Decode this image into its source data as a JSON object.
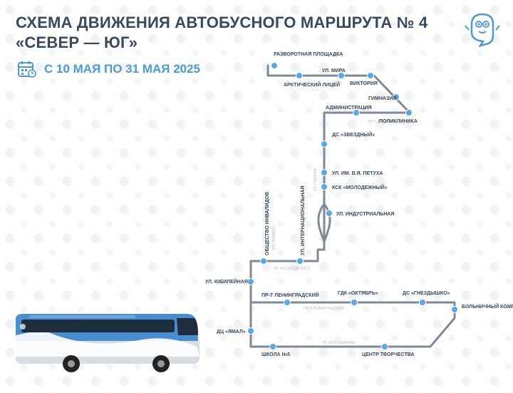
{
  "header": {
    "title": "СХЕМА ДВИЖЕНИЯ АВТОБУСНОГО МАРШРУТА № 4\n«СЕВЕР — ЮГ»",
    "date": "С 10 МАЯ ПО 31 МАЯ 2025",
    "calendar_icon": "calendar-icon",
    "logo_icon": "mascot-logo-icon"
  },
  "colors": {
    "route": "#808a95",
    "stop": "#5aa9e6",
    "accent": "#4a9ad8",
    "text": "#3a4a5a"
  },
  "stops": [
    "РАЗВОРОТНАЯ ПЛОЩАДКА",
    "УЛ. МИРА",
    "АРКТИЧЕСКИЙ ЛИЦЕЙ",
    "ВИКТОРИЯ",
    "ГИМНАЗИЯ",
    "ПОЛИКЛИНИКА",
    "АДМИНИСТРАЦИЯ",
    "ДС «ЗВЕЗДНЫЙ»",
    "УЛ. ИМ. В.Я. ПЕТУХА",
    "КСК «МОЛОДЕЖНЫЙ»",
    "УЛ. ИНДУСТРИАЛЬНАЯ",
    "УЛ. ИНТЕРНАЦИОНАЛЬНАЯ",
    "ОБЩЕСТВО ИНВАЛИДОВ",
    "УЛ. ЮБИЛЕЙНАЯ",
    "ПР-Т ЛЕНИНГРАДСКИЙ",
    "ГДК «ОКТЯБРЬ»",
    "ДС «ГНЕЗДЫШКО»",
    "БОЛЬНИЧНЫЙ КОМПЛЕКС",
    "ЦЕНТР ТВОРЧЕСТВА",
    "ШКОЛА №5",
    "ДЦ «ЯМАЛ»"
  ],
  "streets": [
    "ПР-Т ДРУЖБЫ",
    "УЛ. ГУБКИНА",
    "УЛ. 26 СЪЕЗДА КПСС",
    "ПР-Т ЛЕНИНГРАДСКИЙ",
    "УЛ. МОЛОДЕЖНАЯ"
  ],
  "stop_subtitle": "(ГО ПРИМЕР)",
  "bus_icon": "bus-illustration"
}
